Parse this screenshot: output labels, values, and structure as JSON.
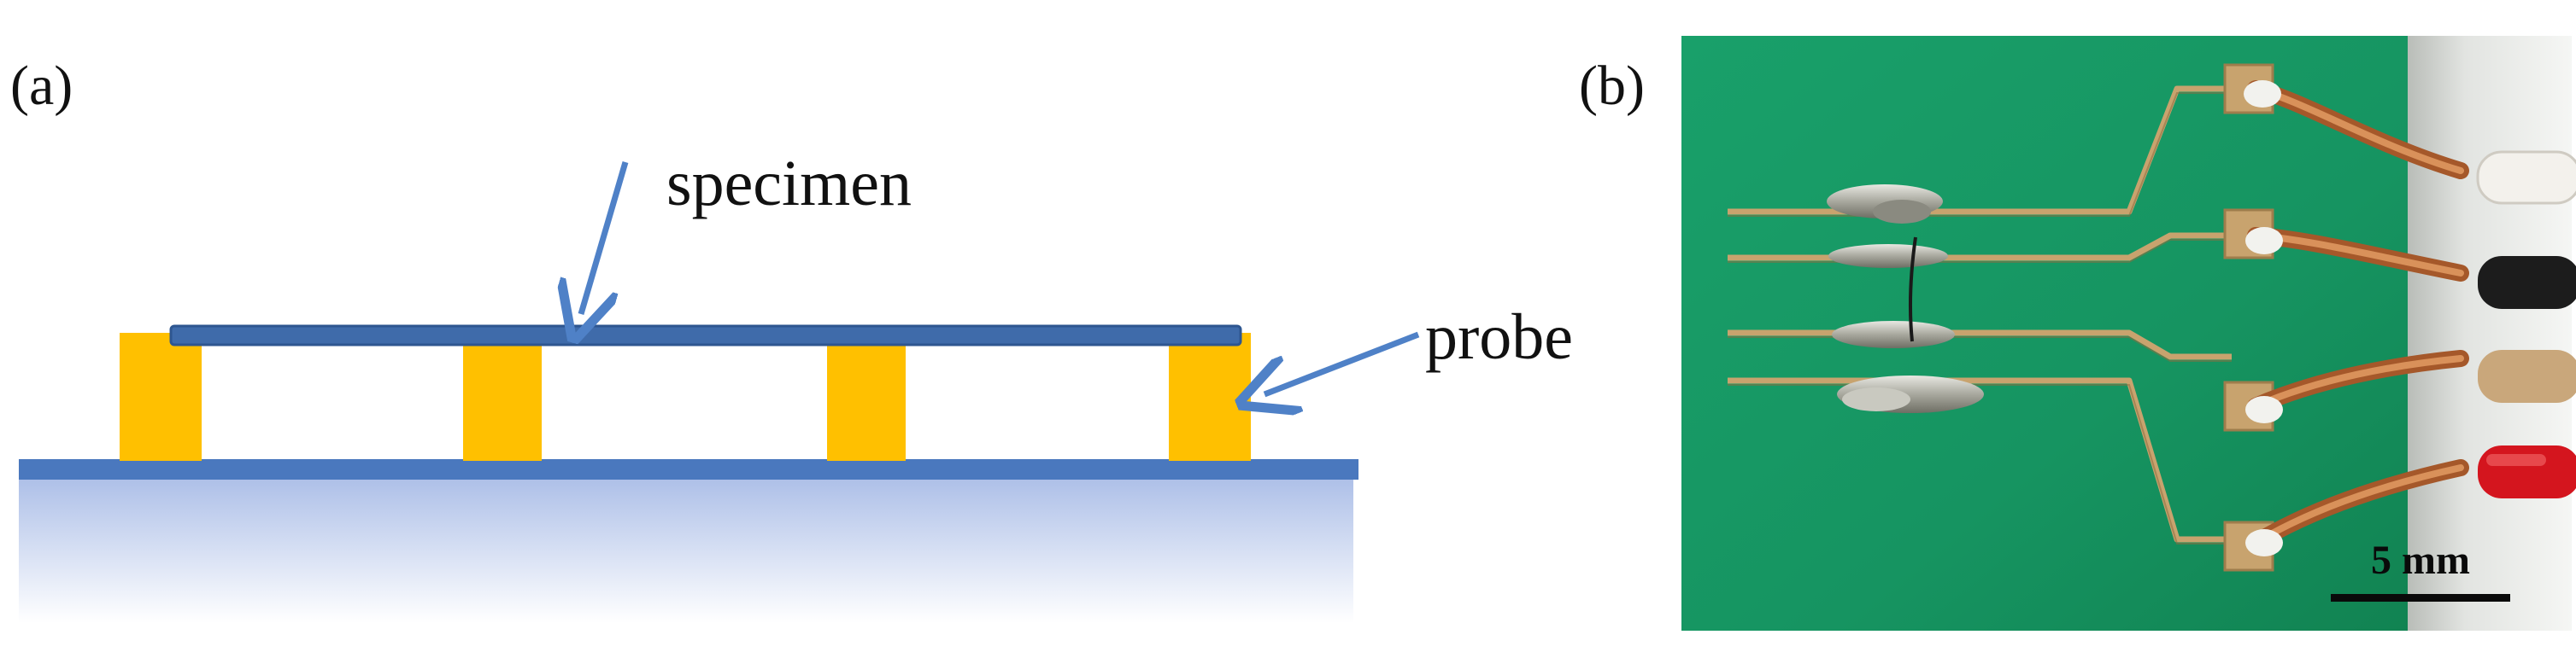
{
  "panel_a": {
    "label": "(a)",
    "specimen_label": "specimen",
    "probe_label": "probe"
  },
  "panel_b": {
    "label": "(b)",
    "scale_bar_label": "5 mm"
  },
  "colors": {
    "probe_yellow": "#FFC000",
    "specimen_blue": "#3F6BAA",
    "substrate_line": "#4A78BE",
    "arrow_blue": "#4F81C7",
    "pcb_green": "#1B9A66",
    "copper_pad": "#C8A36E",
    "wire_copper": "#B8652E"
  }
}
